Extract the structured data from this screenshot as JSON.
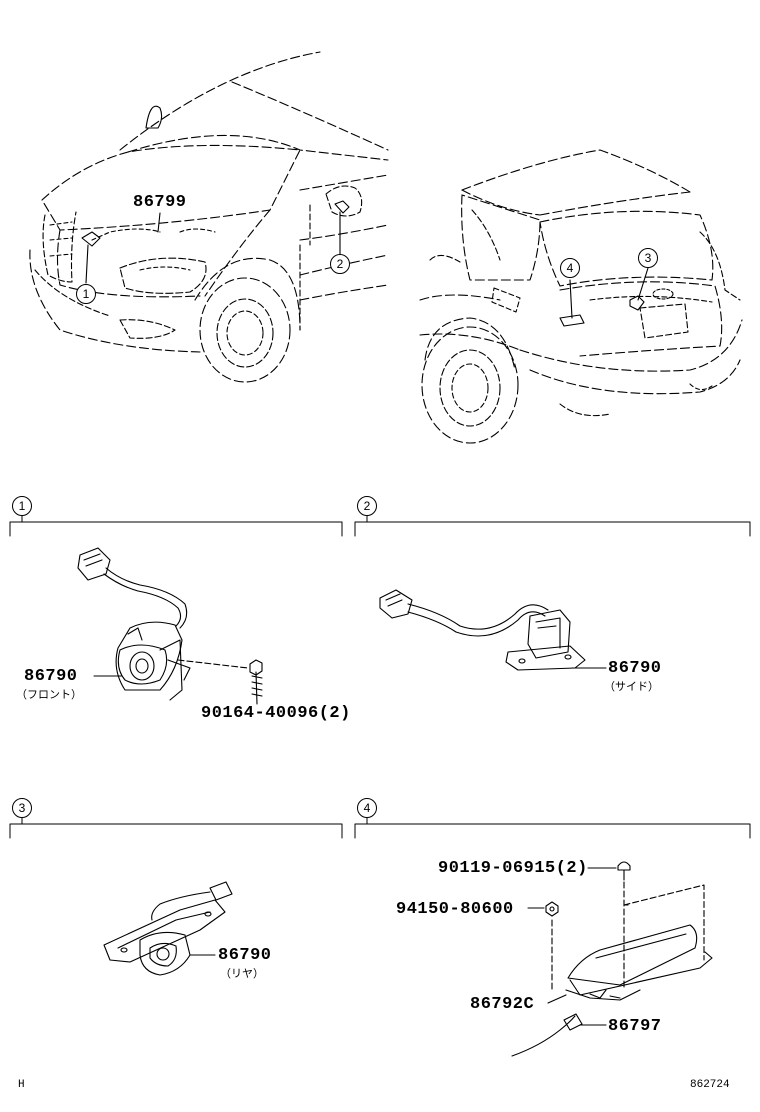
{
  "overview": {
    "front_part": "86799",
    "callouts": [
      "1",
      "2",
      "3",
      "4"
    ]
  },
  "sections": [
    {
      "number": "1",
      "part": "86790",
      "part_note": "（フロント）",
      "fastener": "90164-40096(2)"
    },
    {
      "number": "2",
      "part": "86790",
      "part_note": "（サイド）"
    },
    {
      "number": "3",
      "part": "86790",
      "part_note": "（リヤ）"
    },
    {
      "number": "4",
      "bolt": "90119-06915(2)",
      "nut": "94150-80600",
      "bracket": "86792C",
      "harness": "86797"
    }
  ],
  "footer": {
    "left": "H",
    "right": "862724"
  }
}
